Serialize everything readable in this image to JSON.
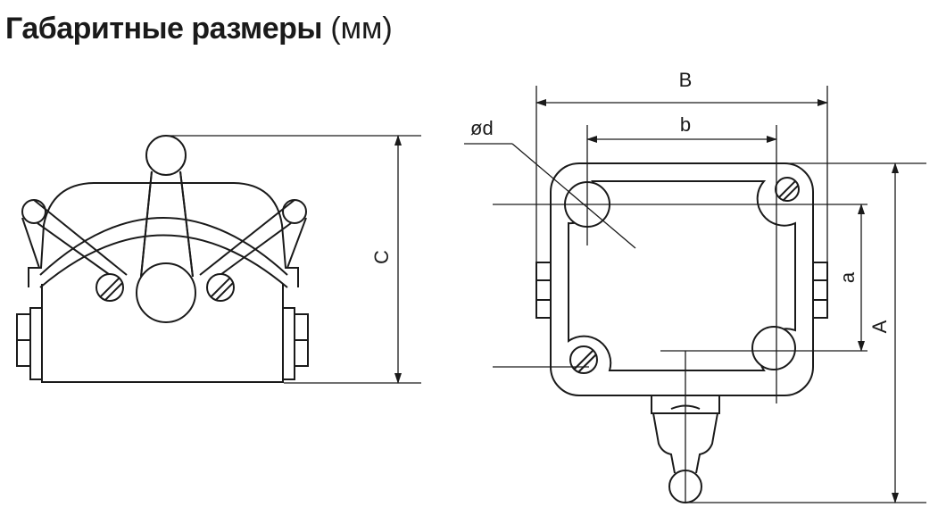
{
  "heading": {
    "title": "Габаритные размеры",
    "unit": "(мм)"
  },
  "dimensions": {
    "B": "B",
    "b": "b",
    "d": "ød",
    "a": "a",
    "A": "A",
    "C": "C"
  }
}
